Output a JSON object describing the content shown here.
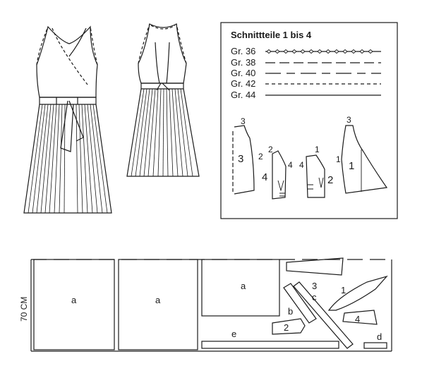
{
  "legend": {
    "title": "Schnittteile 1 bis 4",
    "sizes": [
      {
        "label": "Gr. 36",
        "style": "diamond"
      },
      {
        "label": "Gr. 38",
        "style": "long-dash"
      },
      {
        "label": "Gr. 40",
        "style": "dash-dot"
      },
      {
        "label": "Gr. 42",
        "style": "short-dash"
      },
      {
        "label": "Gr. 44",
        "style": "solid"
      }
    ]
  },
  "pattern_pieces": {
    "back_number": "3",
    "back_mark": "3",
    "back_edge": "2",
    "side_top": "2",
    "side_number": "4",
    "side_edge": "4",
    "facing_top": "1",
    "facing_left": "4",
    "facing_number": "2",
    "front_top": "3",
    "front_edge": "1",
    "front_number": "1"
  },
  "cutting_layout": {
    "height_label": "70 CM",
    "pieces": {
      "a1": "a",
      "a2": "a",
      "a3": "a",
      "b": "b",
      "c": "c",
      "d": "d",
      "e": "e",
      "p1": "1",
      "p2": "2",
      "p3": "3",
      "p4": "4"
    }
  },
  "colors": {
    "line": "#1a1a1a",
    "background": "#ffffff"
  }
}
